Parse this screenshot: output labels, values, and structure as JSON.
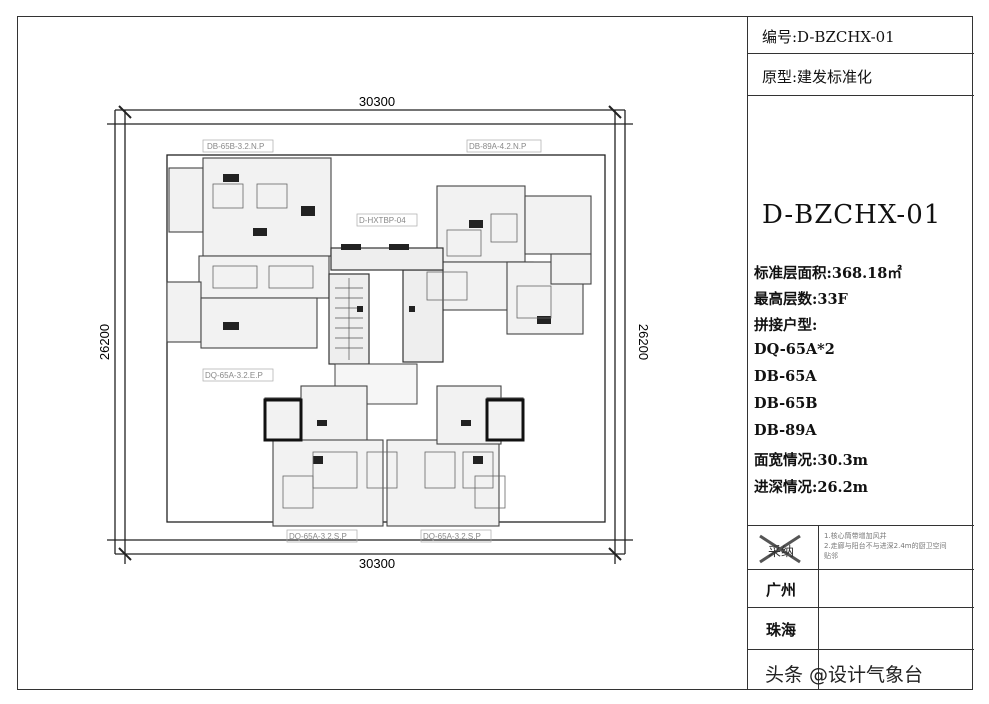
{
  "title_block": {
    "number": "编号:D-BZCHX-01",
    "prototype": "原型:建发标准化",
    "plan_code": "D-BZCHX-01",
    "specs": [
      "标准层面积:368.18㎡",
      "最高层数:33F",
      "拼接户型:",
      "DQ-65A*2",
      "DB-65A",
      "DB-65B",
      "DB-89A",
      "面宽情况:30.3m",
      "进深情况:26.2m"
    ],
    "stamp_text": "采纳",
    "notes": [
      "1.核心筒带增加风井",
      "2.走廊与阳台不与进深2.4m的厨卫空间",
      "贴邻"
    ],
    "cities": [
      "广州",
      "珠海",
      "头条"
    ]
  },
  "plan": {
    "dim_top": "30300",
    "dim_bottom": "30300",
    "dim_left": "26200",
    "dim_right": "26200",
    "unit_labels": [
      "DB-65B-3.2.N.P",
      "DB-89A-4.2.N.P",
      "D-HXTBP-04",
      "DQ-65A-3.2.E.P",
      "DQ-65A-3.2.S.P",
      "DQ-65A-3.2.S.P"
    ]
  },
  "watermark": "头条 @设计气象台"
}
